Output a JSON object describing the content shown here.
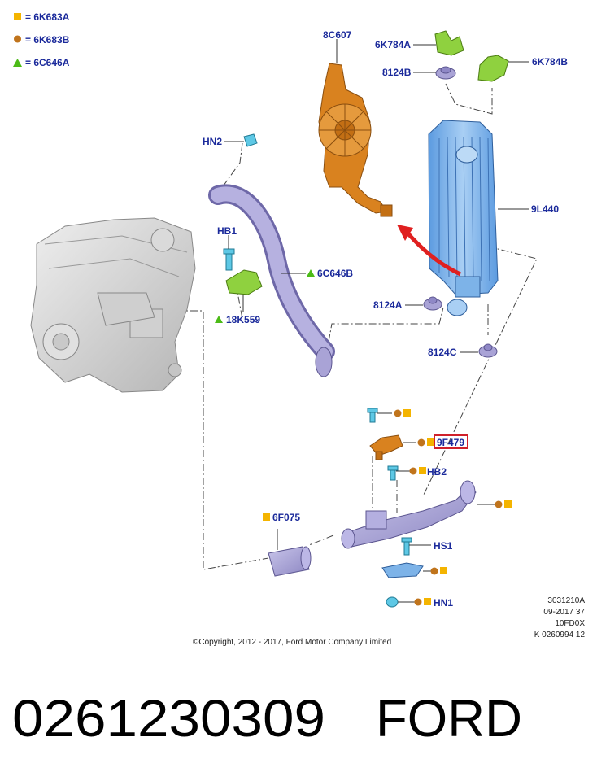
{
  "legend": [
    {
      "symbol": "square",
      "color": "#f4b400",
      "text": "= 6K683A"
    },
    {
      "symbol": "circle",
      "color": "#c0741c",
      "text": "= 6K683B"
    },
    {
      "symbol": "triangle",
      "color": "#4cbb17",
      "text": "= 6C646A"
    }
  ],
  "callouts": {
    "c8C607": "8C607",
    "c6K784A": "6K784A",
    "c6K784B": "6K784B",
    "c8124B": "8124B",
    "cHN2": "HN2",
    "c9L440": "9L440",
    "cHB1": "HB1",
    "c6C646B": "6C646B",
    "c18K559": "18K559",
    "c8124A": "8124A",
    "c8124C": "8124C",
    "c9F479": "9F479",
    "cHB2": "HB2",
    "c6F075": "6F075",
    "cHS1": "HS1",
    "cHN1": "HN1"
  },
  "meta": {
    "line1": "3031210A",
    "line2": "09-2017 37",
    "line3": "10FD0X",
    "line4": "K 0260994 12"
  },
  "copyright": "©Copyright, 2012 - 2017, Ford Motor Company Limited",
  "part_number": "0261230309",
  "brand": "FORD",
  "colors": {
    "callout": "#1b2a9b",
    "highlight_box": "#d0202a",
    "arrow": "#e02020",
    "orange_part": "#d9821f",
    "green_part": "#8fd13f",
    "blue_part": "#7db3e8",
    "lavender_part": "#a9a3d6",
    "engine_gray": "#d4d4d4"
  }
}
